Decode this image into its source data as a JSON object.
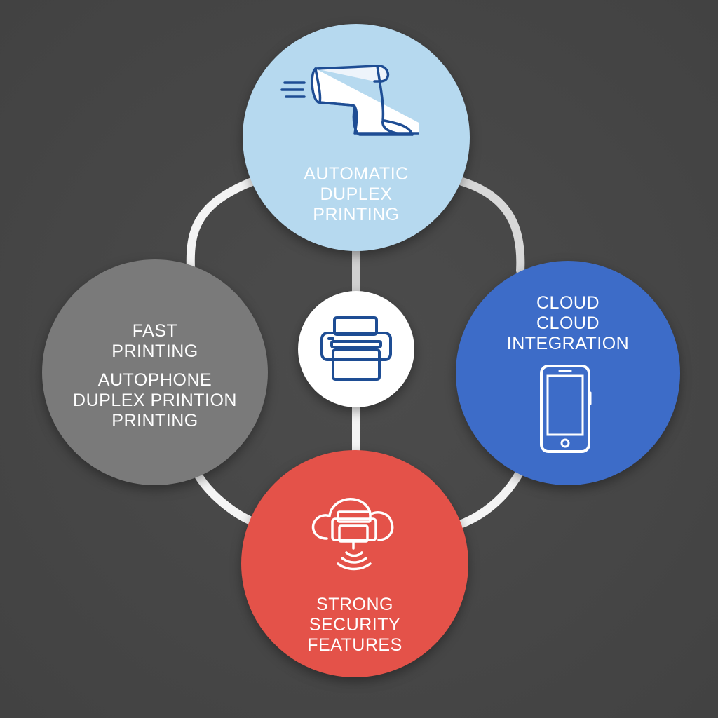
{
  "diagram": {
    "nodes": {
      "top": {
        "lines": [
          "AUTOMATIC",
          "DUPLEX",
          "PRINTING"
        ],
        "icon": "paper-roll-icon",
        "color": "#b6d9ef"
      },
      "left": {
        "lines_a": [
          "FAST",
          "PRINTING"
        ],
        "lines_b": [
          "AUTOPHONE",
          "DUPLEX PRINTION",
          "PRINTING"
        ],
        "color": "#7a7a7a"
      },
      "right": {
        "lines": [
          "CLOUD",
          "CLOUD",
          "INTEGRATION"
        ],
        "icon": "smartphone-icon",
        "color": "#3d6cc8"
      },
      "bottom": {
        "lines": [
          "STRONG",
          "SECURITY",
          "FEATURES"
        ],
        "icon": "cloud-printer-icon",
        "color": "#e45249"
      },
      "center": {
        "icon": "printer-icon",
        "color": "#ffffff"
      }
    },
    "background": "#464646",
    "connector_color": "#f2f2f2"
  }
}
